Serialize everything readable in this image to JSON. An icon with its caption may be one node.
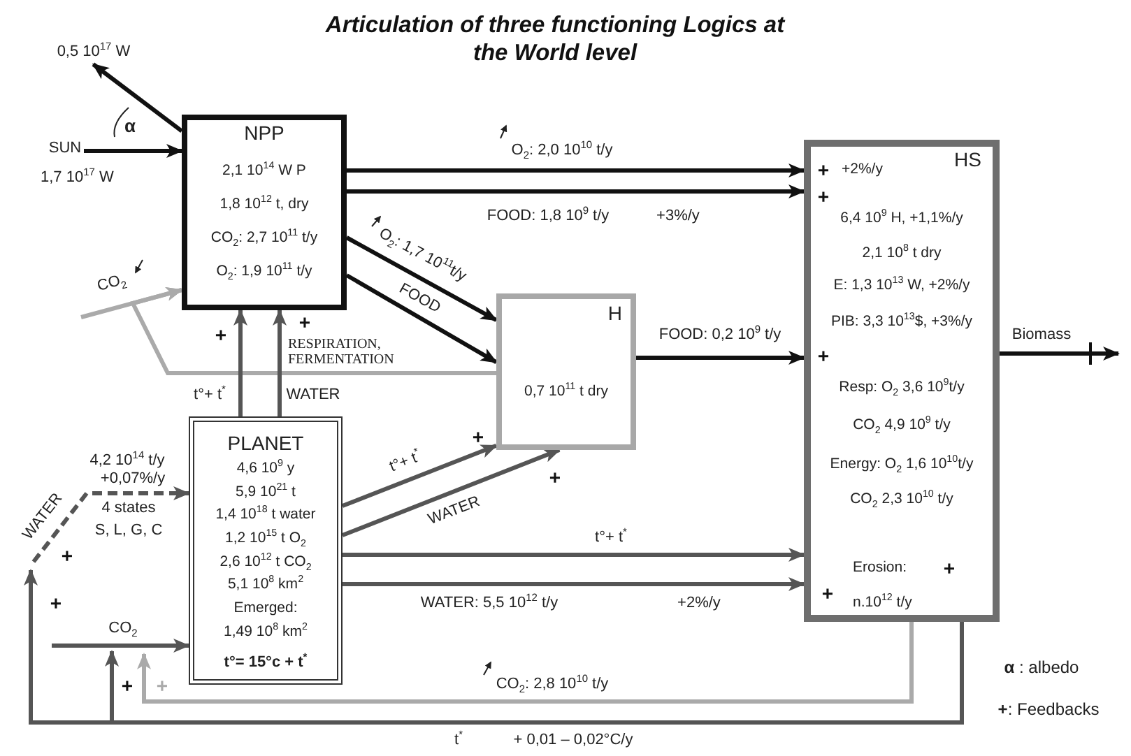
{
  "diagram": {
    "title": "Articulation of three functioning Logics at the World level",
    "nodes": [
      {
        "text": [
          "NPP",
          "2,1 10$^{14}$ W P",
          "1,8 10$^{12}$ t, dry",
          "CO$_{2}$: 2,7 10$^{11}$ t/y",
          "O$_{2}$: 1,9 10$^{11}$ t/y"
        ]
      },
      {
        "text": [
          "H",
          "0,7 10$^{11}$ t dry"
        ]
      },
      {
        "text": [
          "HS",
          "+2%/y",
          "6,4 10$^{9}$ H, +1,1%/y",
          "2,1 10$^{8}$ t dry",
          "E: 1,3 10$^{13}$ W, +2%/y",
          "PIB: 3,3 10$^{13}$$, +3%/y",
          "Resp: O$_{2}$ 3,6 10$^{9}$t/y",
          "CO$_{2}$ 4,9 10$^{9}$ t/y",
          "Energy: O$_{2}$ 1,6 10$^{10}$t/y",
          "CO$_{2}$ 2,3 10$^{10}$ t/y",
          "Erosion:",
          "n.10$^{12}$ t/y"
        ]
      },
      {
        "text": [
          "PLANET",
          "4,6 10$^{9}$ y",
          "5,9 10$^{21}$ t",
          "1,4 10$^{18}$ t water",
          "1,2 10$^{15}$ t O$_{2}$",
          "2,6 10$^{12}$ t CO$_{2}$",
          "5,1 10$^{8}$ km$^{2}$",
          "Emerged:",
          "1,49 10$^{8}$ km$^{2}$",
          "t°= 15°c + t$^{*}$"
        ]
      },
      {
        "text": [
          "SUN"
        ],
        "beside": [
          "1,7 10$^{17}$ W"
        ]
      },
      {
        "text": [
          "0,5 10$^{17}$ W"
        ]
      }
    ],
    "edges": [
      {
        "from": 4,
        "to": 0,
        "arrow": "to",
        "color": "#111111"
      },
      {
        "from": 0,
        "to": 5,
        "arrow": "to",
        "color": "#111111"
      },
      {
        "from": 0,
        "to": 2,
        "arrow": "to",
        "label": "O$_{2}$: 2,0 10$^{10}$ t/y",
        "color": "#111111"
      },
      {
        "from": 0,
        "to": 2,
        "arrow": "to",
        "label": "FOOD: 1,8 10$^{9}$ t/y",
        "color": "#111111"
      },
      {
        "from": 0,
        "to": 1,
        "arrow": "to",
        "label": "O$_{2}$: 1,7 10$^{11}$t/y",
        "color": "#111111"
      },
      {
        "from": 0,
        "to": 1,
        "arrow": "to",
        "label": "FOOD",
        "color": "#111111"
      },
      {
        "from": 1,
        "to": 2,
        "arrow": "to",
        "label": "FOOD: 0,2 10$^{9}$ t/y",
        "color": "#111111"
      },
      {
        "from": 2,
        "to": null,
        "arrow": "to",
        "label": "Biomass",
        "color": "#111111"
      },
      {
        "from": 1,
        "to": 0,
        "arrow": "to",
        "label": "RESPIRATION, FERMENTATION",
        "color": "#aaaaaa"
      },
      {
        "from": null,
        "to": 0,
        "arrow": "to",
        "label": "CO$_{2}$",
        "color": "#aaaaaa"
      },
      {
        "from": 3,
        "to": 0,
        "arrow": "to",
        "label": "t°+ t$^{*}$"
      },
      {
        "from": 3,
        "to": 0,
        "arrow": "to",
        "label": "WATER"
      },
      {
        "from": 3,
        "to": 1,
        "arrow": "to",
        "label": "t°+ t$^{*}$"
      },
      {
        "from": 3,
        "to": 1,
        "arrow": "to",
        "label": "WATER"
      },
      {
        "from": 3,
        "to": 2,
        "arrow": "to",
        "label": "t°+ t$^{*}$"
      },
      {
        "from": 3,
        "to": 2,
        "arrow": "to",
        "label": "WATER: 5,5 10$^{12}$ t/y"
      },
      {
        "from": 2,
        "to": null,
        "arrow": "to"
      },
      {
        "from": null,
        "to": 3,
        "arrow": "to",
        "label": "WATER",
        "style": "dashed"
      },
      {
        "from": 2,
        "to": null,
        "arrow": "to",
        "label": "CO$_{2}$: 2,8 10$^{10}$ t/y",
        "color": "#aaaaaa"
      },
      {
        "from": 2,
        "to": null,
        "arrow": "to"
      },
      {
        "from": null,
        "to": 3,
        "arrow": "to",
        "label": "CO$_{2}$"
      }
    ],
    "labels": [
      "α",
      "+3%/y",
      "+",
      "+",
      "+",
      "+",
      "4,2 10$^{14}$ t/y",
      "+0,07%/y",
      "4 states",
      "S, L, G, C",
      "+",
      "+",
      "+2%/y",
      "+",
      "+",
      "t$^{*}$",
      "+ 0,01 – 0,02°C/y",
      "**α** : albedo",
      "**+**: Feedbacks",
      "+",
      "+",
      "+",
      "+",
      "+"
    ]
  }
}
